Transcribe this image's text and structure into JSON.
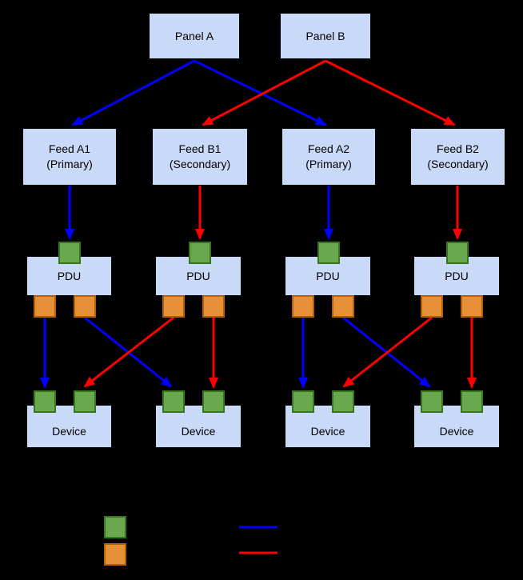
{
  "colors": {
    "background": "#000000",
    "box_fill": "#c9daf8",
    "box_border": "#000000",
    "input_port_fill": "#6aa84f",
    "input_port_border": "#38761d",
    "output_port_fill": "#e69138",
    "output_port_border": "#b45f06",
    "primary_path_blue": "#0000ff",
    "secondary_path_red": "#ff0000"
  },
  "panels": [
    {
      "label": "Panel A"
    },
    {
      "label": "Panel B"
    }
  ],
  "feeds": [
    {
      "name": "Feed A1",
      "role": "(Primary)"
    },
    {
      "name": "Feed B1",
      "role": "(Secondary)"
    },
    {
      "name": "Feed A2",
      "role": "(Primary)"
    },
    {
      "name": "Feed B2",
      "role": "(Secondary)"
    }
  ],
  "pdus": [
    {
      "label": "PDU"
    },
    {
      "label": "PDU"
    },
    {
      "label": "PDU"
    },
    {
      "label": "PDU"
    }
  ],
  "devices": [
    {
      "label": "Device"
    },
    {
      "label": "Device"
    },
    {
      "label": "Device"
    },
    {
      "label": "Device"
    }
  ],
  "legend": {
    "swatches": [
      {
        "shape": "square",
        "color": "#6aa84f"
      },
      {
        "shape": "square",
        "color": "#e69138"
      },
      {
        "shape": "line",
        "color": "#0000ff"
      },
      {
        "shape": "line",
        "color": "#ff0000"
      }
    ]
  }
}
